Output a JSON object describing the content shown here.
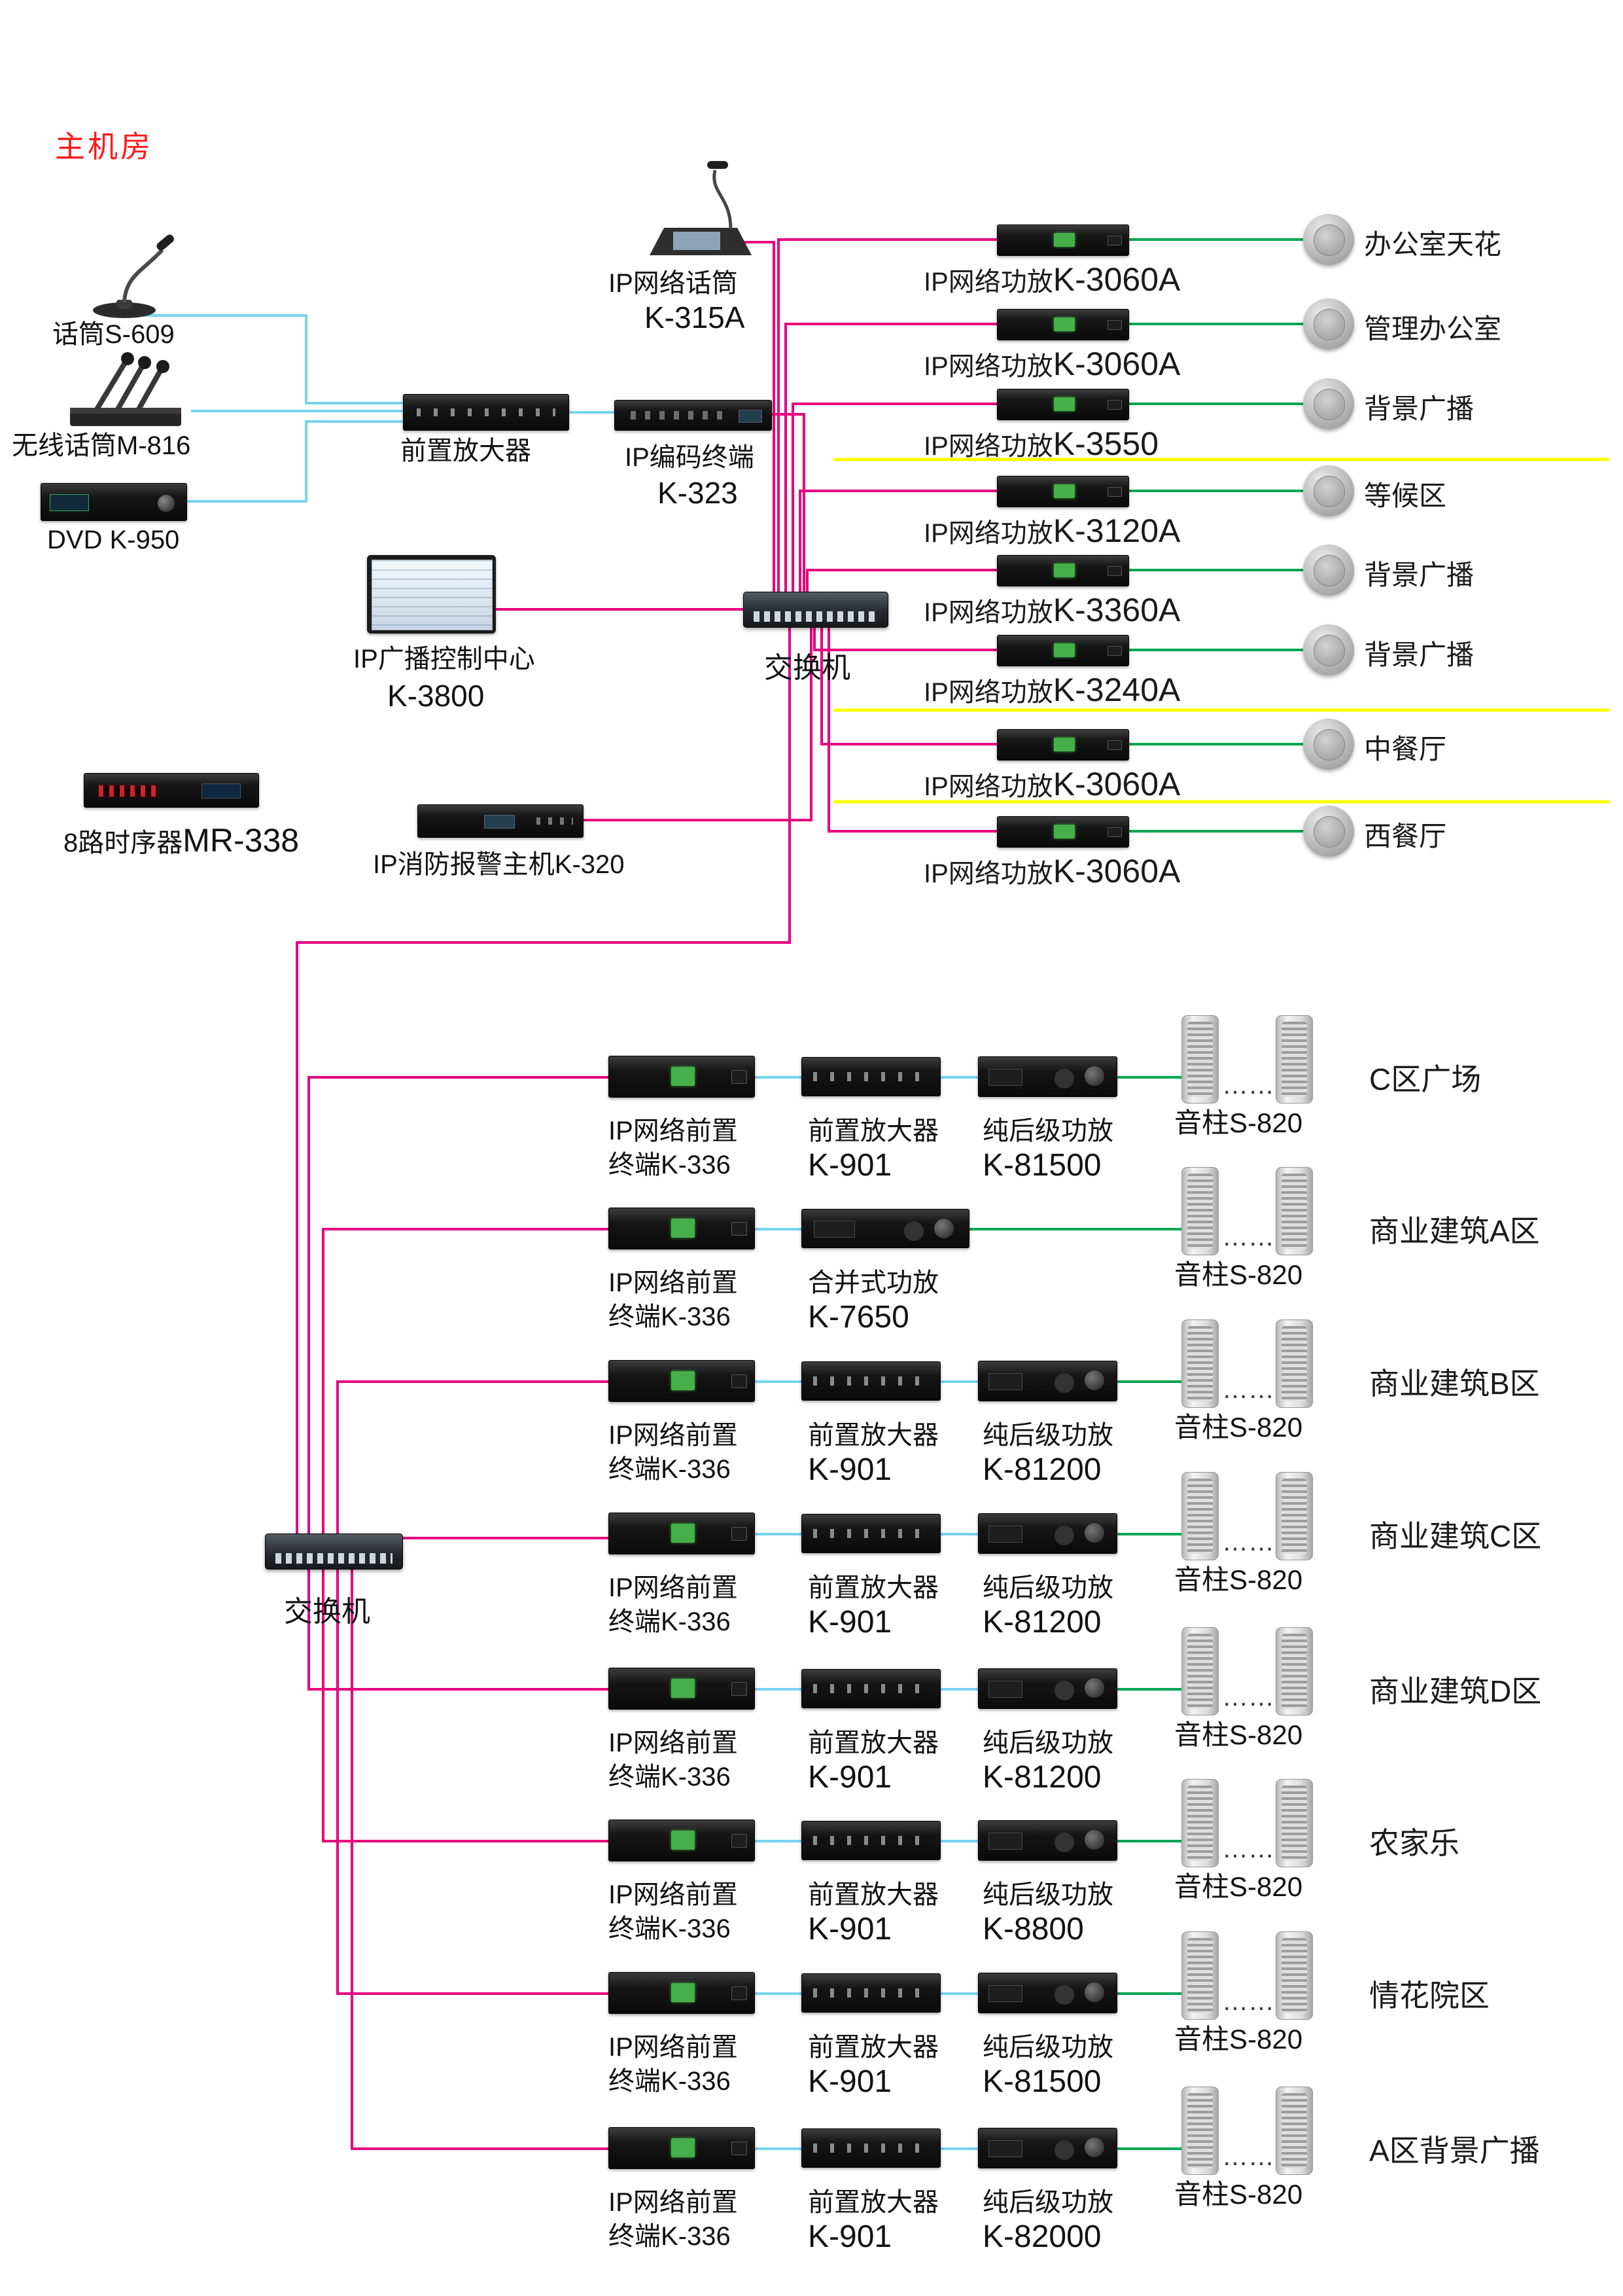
{
  "room_label": "主机房",
  "devices": {
    "mic_s609": {
      "label": "话筒S-609"
    },
    "wireless_m816": {
      "label": "无线话筒M-816"
    },
    "dvd_k950": {
      "label": "DVD  K-950"
    },
    "preamp": {
      "label": "前置放大器"
    },
    "encoder": {
      "label_line1": "IP编码终端",
      "label_line2": "K-323"
    },
    "ip_mic": {
      "label_line1": "IP网络话筒",
      "label_line2": "K-315A"
    },
    "control_center": {
      "label_line1": "IP广播控制中心",
      "label_line2": "K-3800"
    },
    "switch_top": {
      "label": "交换机"
    },
    "sequencer": {
      "label_prefix": "8路时序器",
      "label_model": "MR-338"
    },
    "fire_alarm": {
      "label": "IP消防报警主机K-320"
    },
    "switch_bottom": {
      "label": "交换机"
    }
  },
  "top_zones": [
    {
      "amp_prefix": "IP网络功放",
      "amp_model": "K-3060A",
      "zone": "办公室天花"
    },
    {
      "amp_prefix": "IP网络功放",
      "amp_model": "K-3060A",
      "zone": "管理办公室"
    },
    {
      "amp_prefix": "IP网络功放",
      "amp_model": "K-3550",
      "zone": "背景广播"
    },
    {
      "amp_prefix": "IP网络功放",
      "amp_model": "K-3120A",
      "zone": "等候区"
    },
    {
      "amp_prefix": "IP网络功放",
      "amp_model": "K-3360A",
      "zone": "背景广播"
    },
    {
      "amp_prefix": "IP网络功放",
      "amp_model": "K-3240A",
      "zone": "背景广播"
    },
    {
      "amp_prefix": "IP网络功放",
      "amp_model": "K-3060A",
      "zone": "中餐厅"
    },
    {
      "amp_prefix": "IP网络功放",
      "amp_model": "K-3060A",
      "zone": "西餐厅"
    }
  ],
  "bottom_rows": [
    {
      "t1": "IP网络前置",
      "t2": "终端K-336",
      "m1": "前置放大器",
      "m2": "K-901",
      "a1": "纯后级功放",
      "a2": "K-81500",
      "sp": "音柱S-820",
      "dots": "……",
      "zone": "C区广场"
    },
    {
      "t1": "IP网络前置",
      "t2": "终端K-336",
      "m1": "合并式功放",
      "m2": "K-7650",
      "sp": "音柱S-820",
      "dots": "……",
      "zone": "商业建筑A区"
    },
    {
      "t1": "IP网络前置",
      "t2": "终端K-336",
      "m1": "前置放大器",
      "m2": "K-901",
      "a1": "纯后级功放",
      "a2": "K-81200",
      "sp": "音柱S-820",
      "dots": "……",
      "zone": "商业建筑B区"
    },
    {
      "t1": "IP网络前置",
      "t2": "终端K-336",
      "m1": "前置放大器",
      "m2": "K-901",
      "a1": "纯后级功放",
      "a2": "K-81200",
      "sp": "音柱S-820",
      "dots": "……",
      "zone": "商业建筑C区"
    },
    {
      "t1": "IP网络前置",
      "t2": "终端K-336",
      "m1": "前置放大器",
      "m2": "K-901",
      "a1": "纯后级功放",
      "a2": "K-81200",
      "sp": "音柱S-820",
      "dots": "……",
      "zone": "商业建筑D区"
    },
    {
      "t1": "IP网络前置",
      "t2": "终端K-336",
      "m1": "前置放大器",
      "m2": "K-901",
      "a1": "纯后级功放",
      "a2": "K-8800",
      "sp": "音柱S-820",
      "dots": "……",
      "zone": "农家乐"
    },
    {
      "t1": "IP网络前置",
      "t2": "终端K-336",
      "m1": "前置放大器",
      "m2": "K-901",
      "a1": "纯后级功放",
      "a2": "K-81500",
      "sp": "音柱S-820",
      "dots": "……",
      "zone": "情花院区"
    },
    {
      "t1": "IP网络前置",
      "t2": "终端K-336",
      "m1": "前置放大器",
      "m2": "K-901",
      "a1": "纯后级功放",
      "a2": "K-82000",
      "sp": "音柱S-820",
      "dots": "……",
      "zone": "A区背景广播"
    }
  ],
  "colors": {
    "magenta_cable": "#e6007e",
    "cyan_cable": "#76d4ef",
    "green_cable": "#00a651",
    "yellow_divider": "#ffff00",
    "room_label_red": "#ff1a1a"
  }
}
